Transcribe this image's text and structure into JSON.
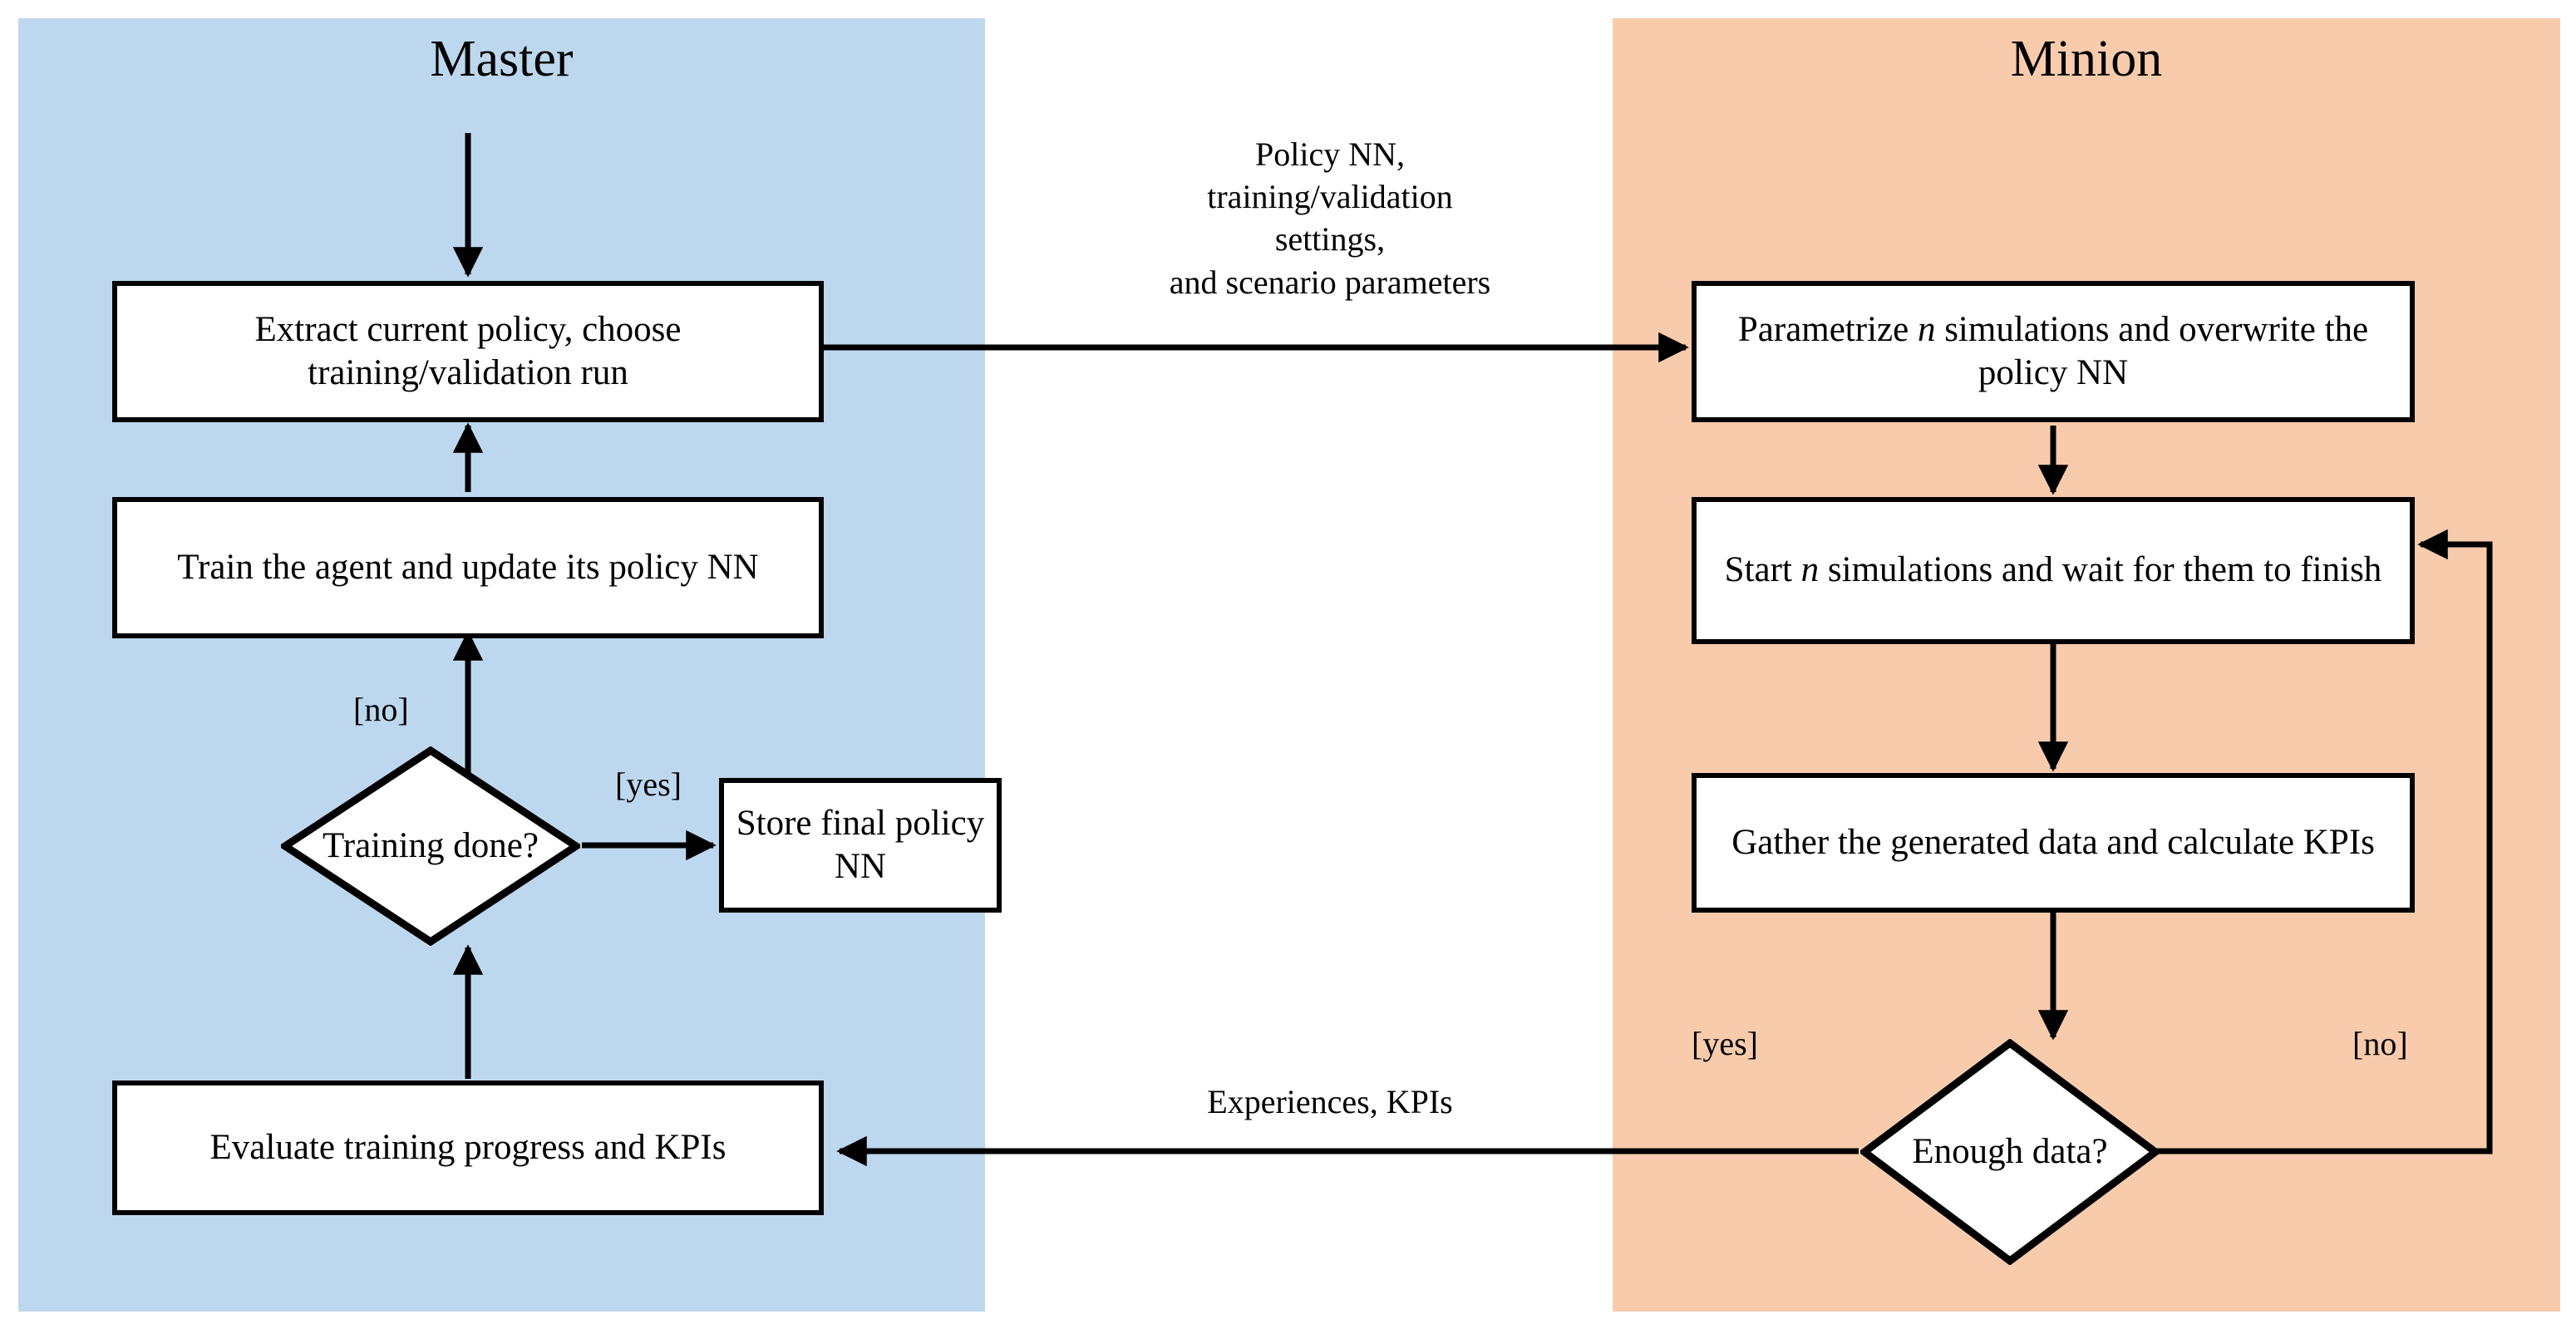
{
  "diagram": {
    "title_left": "Master",
    "title_right": "Minion",
    "colors": {
      "master_panel": "#BDD7EE",
      "minion_panel": "#F8CBAD",
      "node_fill": "#FFFFFF",
      "stroke": "#000000",
      "background": "#FFFFFF"
    }
  },
  "master": {
    "title": "Master",
    "nodes": {
      "extract": "Extract current policy, choose training/validation run",
      "train": "Train the agent and update its policy NN",
      "decision": "Training done?",
      "store": "Store final policy NN",
      "evaluate": "Evaluate training progress and KPIs"
    },
    "branch_labels": {
      "decision_no": "[no]",
      "decision_yes": "[yes]"
    }
  },
  "minion": {
    "title": "Minion",
    "nodes": {
      "parametrize_a": "Parametrize",
      "parametrize_n": "n",
      "parametrize_b": "simulations and overwrite the policy NN",
      "start_a": "Start",
      "start_n": "n",
      "start_b": "simulations and wait for them to finish",
      "gather": "Gather the generated data and calculate KPIs",
      "decision": "Enough data?"
    },
    "branch_labels": {
      "decision_yes": "[yes]",
      "decision_no": "[no]"
    }
  },
  "edges": {
    "master_to_minion": "Policy NN,\ntraining/validation\nsettings,\nand scenario parameters",
    "minion_to_master": "Experiences, KPIs"
  }
}
